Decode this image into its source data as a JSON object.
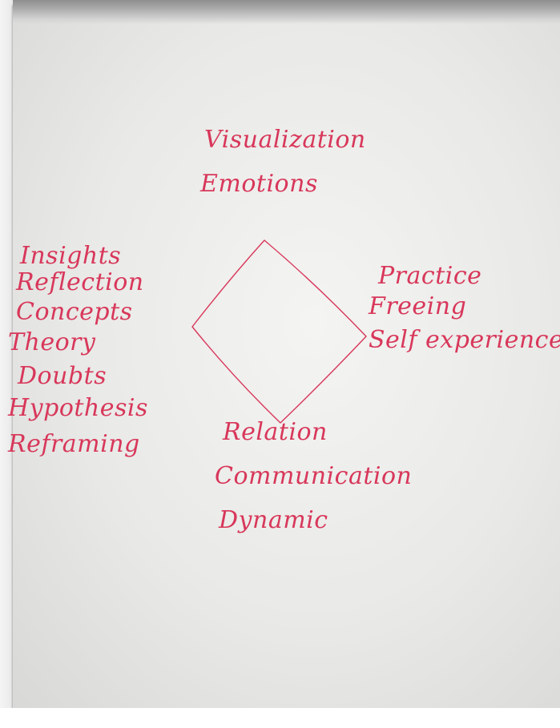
{
  "flipchart": {
    "ink_color": "#d8375a",
    "paper_color": "#ececea",
    "top": {
      "line_1": "Visualization",
      "line_2": "Emotions"
    },
    "left": {
      "line_1": "Insights",
      "line_2": "Reflection",
      "line_3": "Concepts",
      "line_4": "Theory",
      "line_5": "Doubts",
      "line_6": "Hypothesis",
      "line_7": "Reframing"
    },
    "right": {
      "line_1": "Practice",
      "line_2": "Freeing",
      "line_3": "Self experience"
    },
    "bottom": {
      "line_1": "Relation",
      "line_2": "Communication",
      "line_3": "Dynamic"
    }
  }
}
